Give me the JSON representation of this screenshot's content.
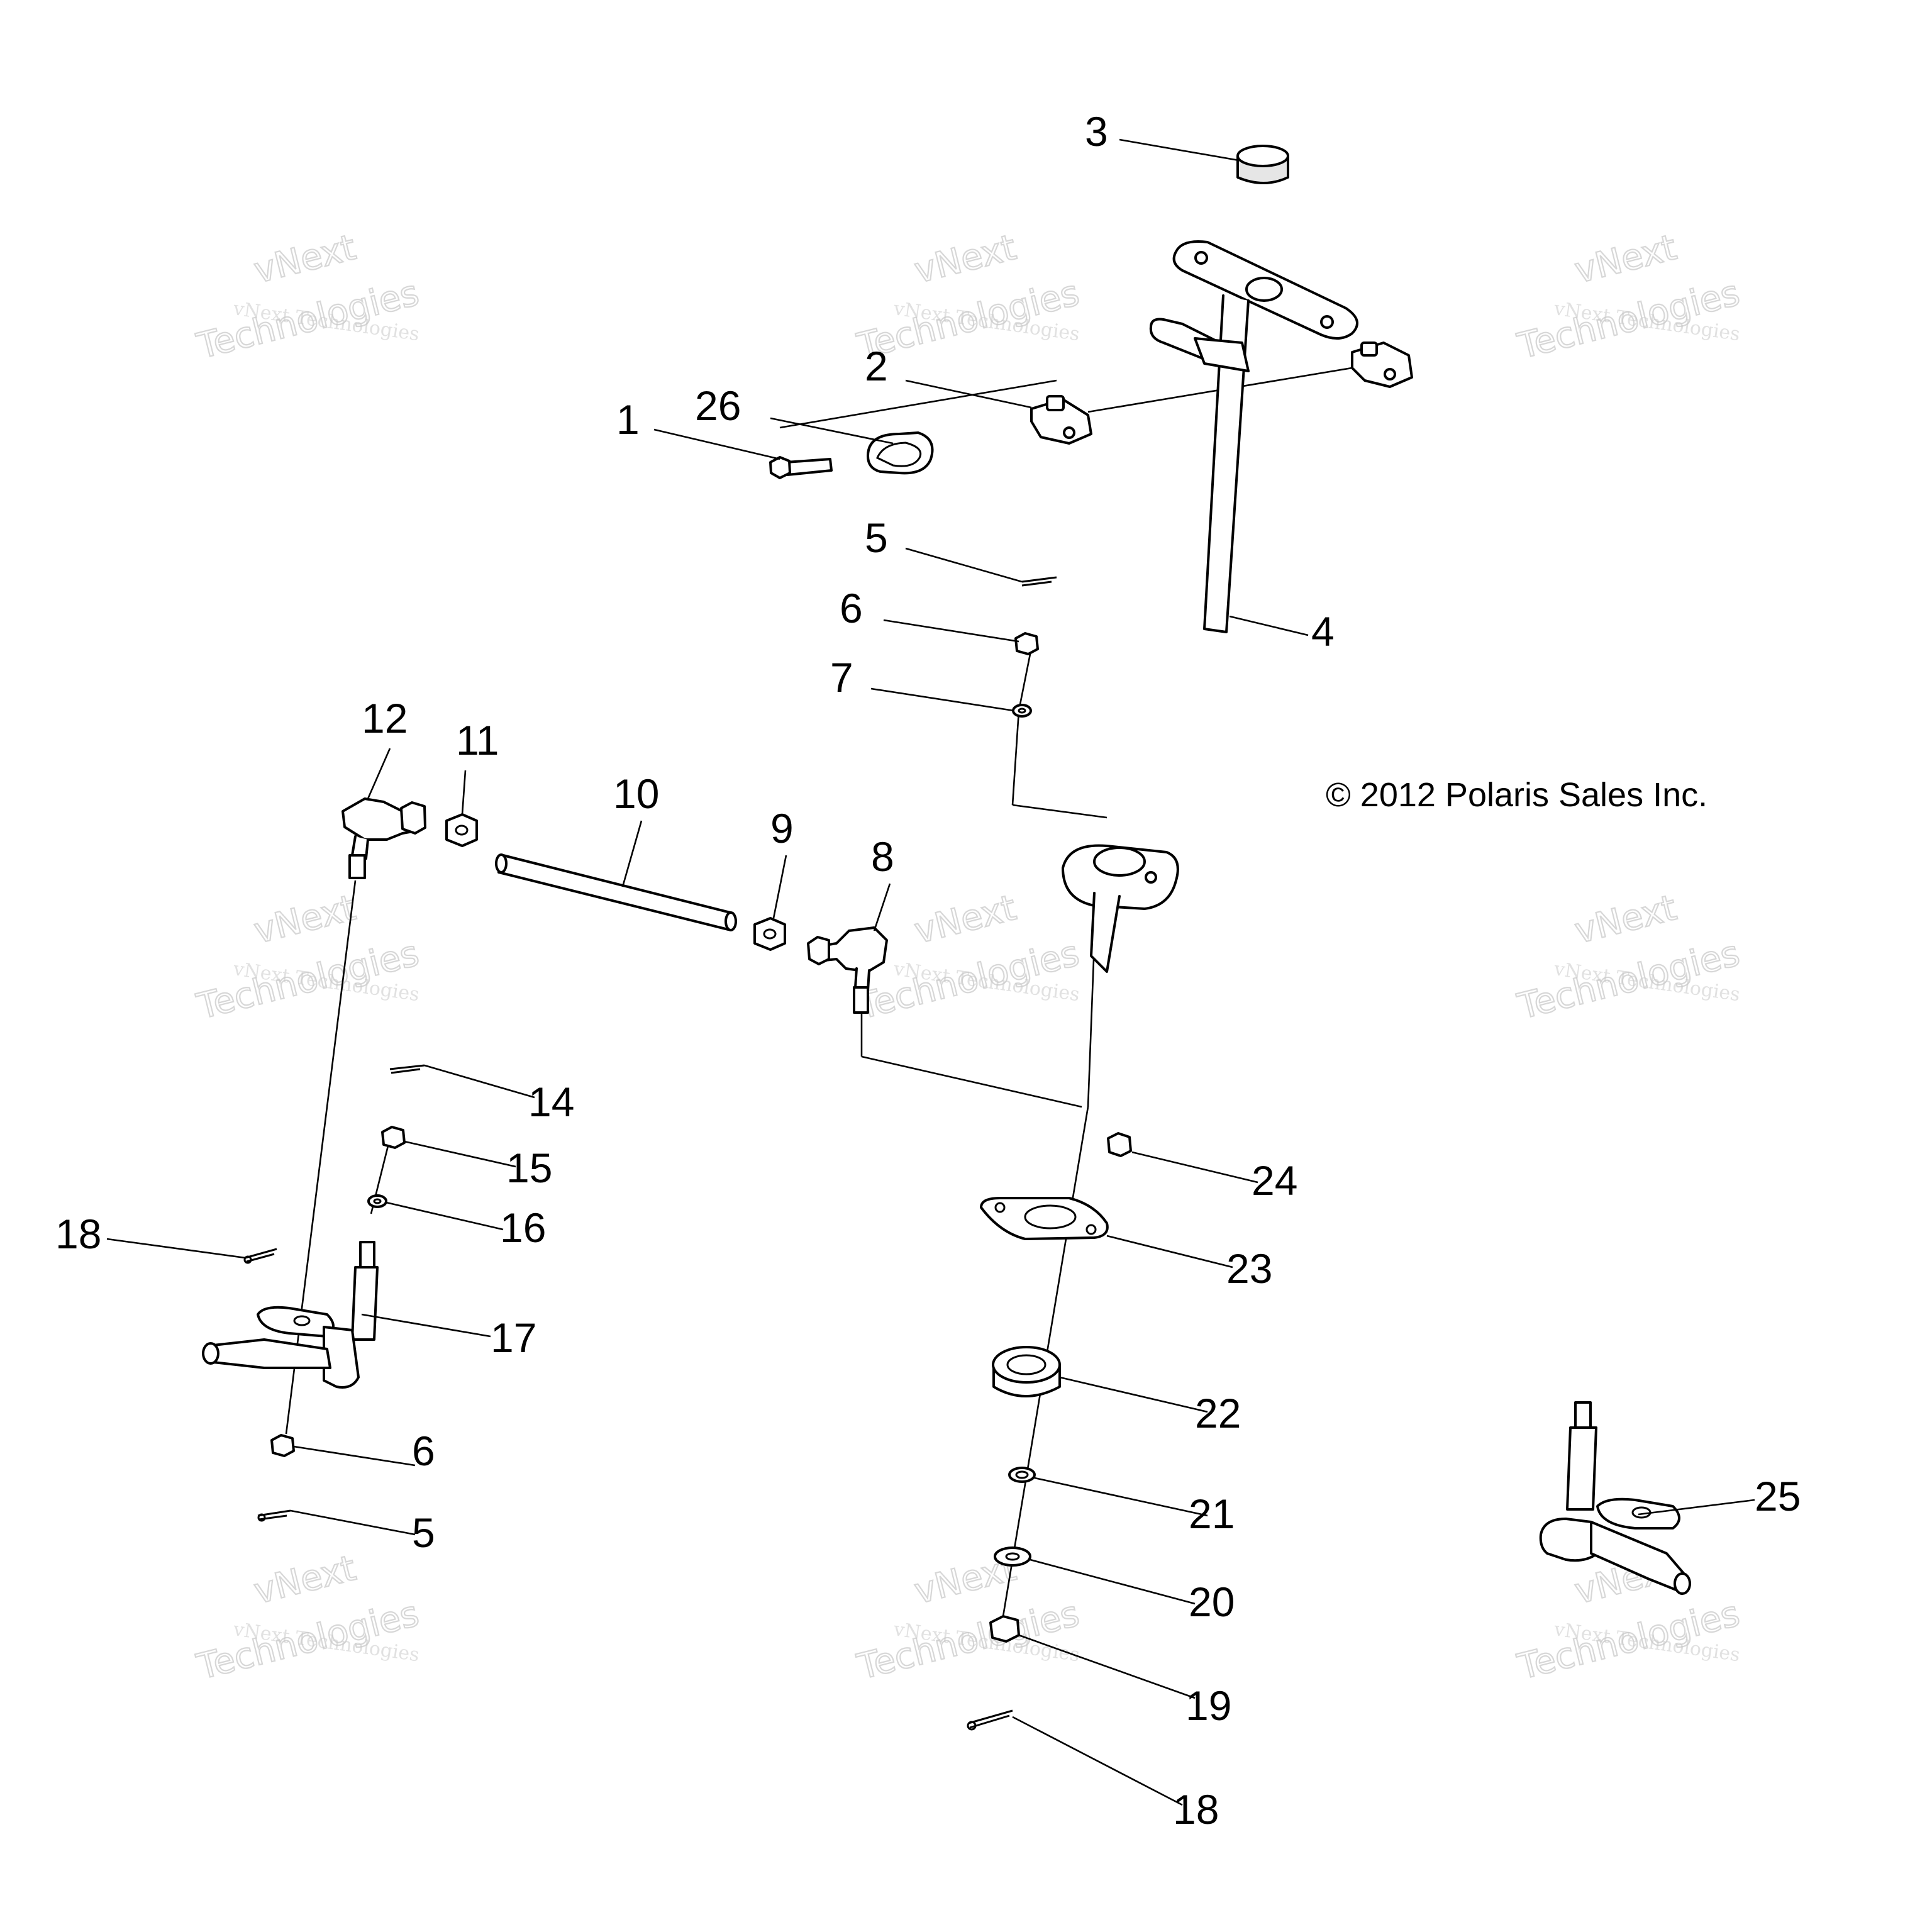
{
  "diagram": {
    "copyright": "© 2012 Polaris Sales Inc.",
    "watermark": {
      "small": "vNext Technologies",
      "large_1": "vNext",
      "large_2": "Technologies"
    },
    "callouts": {
      "c1": "1",
      "c2": "2",
      "c3": "3",
      "c4": "4",
      "c5a": "5",
      "c5b": "5",
      "c6a": "6",
      "c6b": "6",
      "c7": "7",
      "c8": "8",
      "c9": "9",
      "c10": "10",
      "c11": "11",
      "c12": "12",
      "c14": "14",
      "c15": "15",
      "c16": "16",
      "c17": "17",
      "c18a": "18",
      "c18b": "18",
      "c19": "19",
      "c20": "20",
      "c21": "21",
      "c22": "22",
      "c23": "23",
      "c24": "24",
      "c25": "25",
      "c26": "26"
    }
  }
}
